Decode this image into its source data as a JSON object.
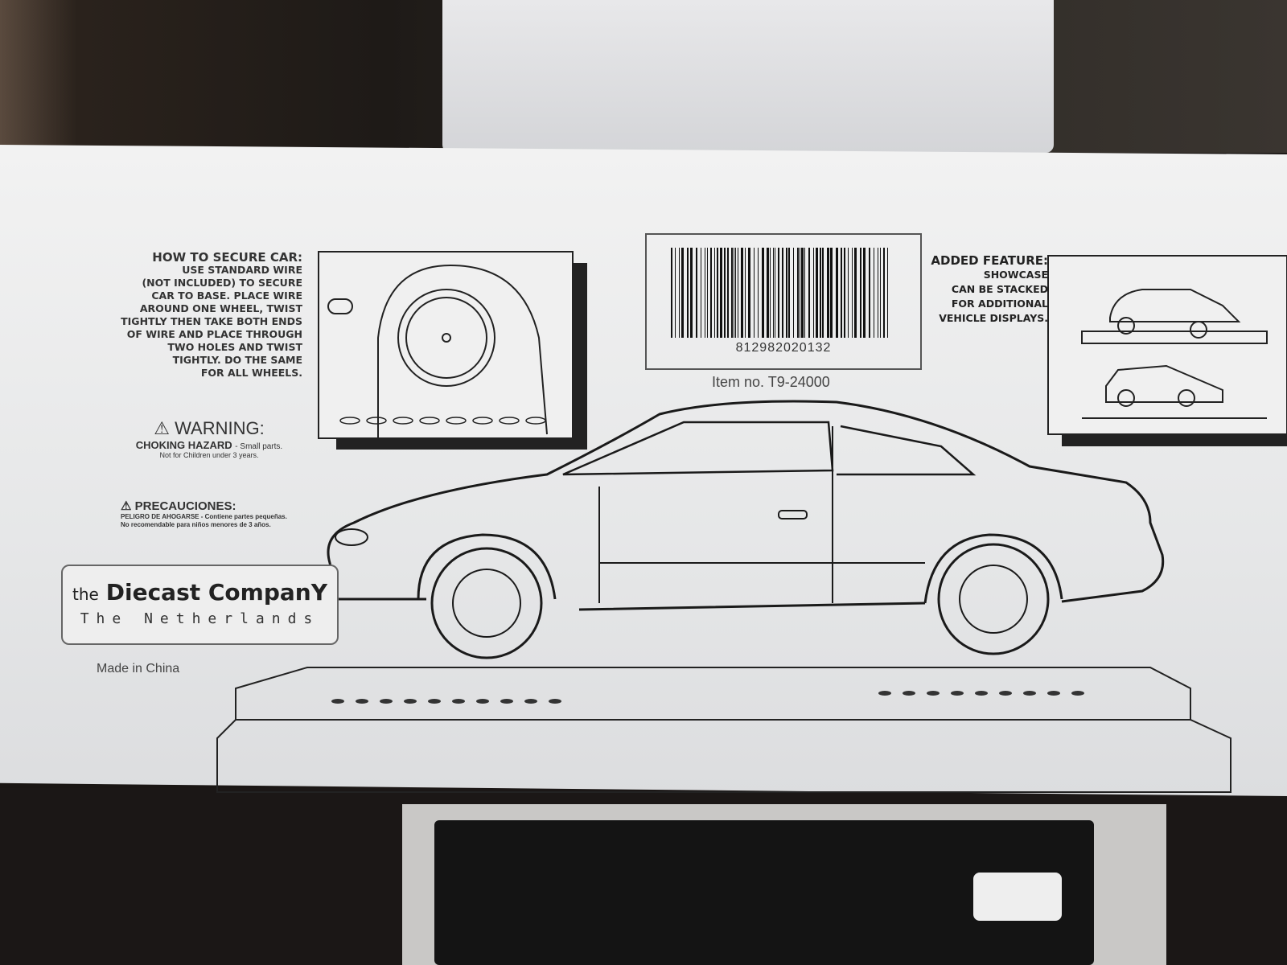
{
  "how_to_secure": {
    "heading": "HOW TO SECURE CAR:",
    "lines": [
      "USE STANDARD WIRE",
      "(NOT INCLUDED) TO SECURE",
      "CAR TO BASE. PLACE WIRE",
      "AROUND ONE WHEEL, TWIST",
      "TIGHTLY THEN TAKE BOTH ENDS",
      "OF WIRE AND PLACE THROUGH",
      "TWO HOLES AND TWIST",
      "TIGHTLY. DO THE SAME",
      "FOR ALL WHEELS."
    ]
  },
  "warning": {
    "icon": "warning-triangle-icon",
    "title": "WARNING:",
    "hazard": "CHOKING HAZARD",
    "hazard_detail": "- Small parts.",
    "note": "Not for Children under 3 years."
  },
  "precauciones": {
    "title": "PRECAUCIONES:",
    "line1": "PELIGRO DE AHOGARSE - Contiene partes pequeñas.",
    "line2": "No recomendable para niños menores de 3 años."
  },
  "logo": {
    "the": "the",
    "name": "Diecast CompanY",
    "country": "The Netherlands"
  },
  "made_in": "Made in China",
  "barcode": {
    "number": "812982020132"
  },
  "item_no": "Item no. T9-24000",
  "added_feature": {
    "heading": "ADDED FEATURE:",
    "lines": [
      "SHOWCASE",
      "CAN BE STACKED",
      "FOR ADDITIONAL",
      "VEHICLE DISPLAYS."
    ]
  }
}
